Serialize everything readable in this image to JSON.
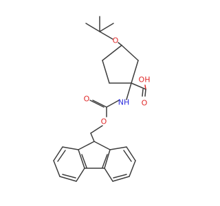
{
  "colors": {
    "bond": "#3c3c3c",
    "oxygen": "#e02a2a",
    "nitrogen": "#2a2adc",
    "background": "#ffffff"
  },
  "atom_labels": {
    "ether_o": "O",
    "acid_oh": "OH",
    "acid_carbonyl_o": "O",
    "amide_nh": "NH",
    "carbamate_carbonyl_o": "O",
    "carbamate_ester_o": "O"
  }
}
